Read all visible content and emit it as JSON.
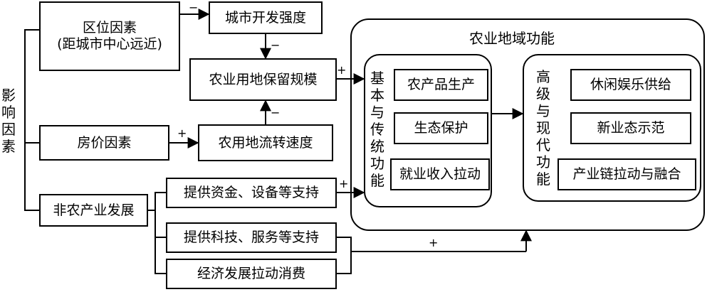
{
  "left_label": "影响因素",
  "factors": {
    "location": {
      "line1": "区位因素",
      "line2": "(距城市中心远近)"
    },
    "house_price": "房价因素",
    "non_agri": "非农产业发展"
  },
  "mediators": {
    "urban_intensity": "城市开发强度",
    "farmland_scale": "农业用地保留规模",
    "transfer_speed": "农用地流转速度"
  },
  "supports": {
    "funds": "提供资金、设备等支持",
    "tech": "提供科技、服务等支持",
    "consumption": "经济发展拉动消费"
  },
  "functions": {
    "title": "农业地域功能",
    "basic": {
      "label": "基本与传统功能",
      "items": [
        "农产品生产",
        "生态保护",
        "就业收入拉动"
      ]
    },
    "advanced": {
      "label": "高级与现代功能",
      "items": [
        "休闲娱乐供给",
        "新业态示范",
        "产业链拉动与融合"
      ]
    }
  },
  "signs": {
    "location_to_intensity": "−",
    "intensity_to_scale": "−",
    "transfer_to_scale": "−",
    "price_to_transfer": "+",
    "scale_to_basic": "+",
    "funds_to_basic": "+",
    "bottom_to_functions": "+"
  }
}
